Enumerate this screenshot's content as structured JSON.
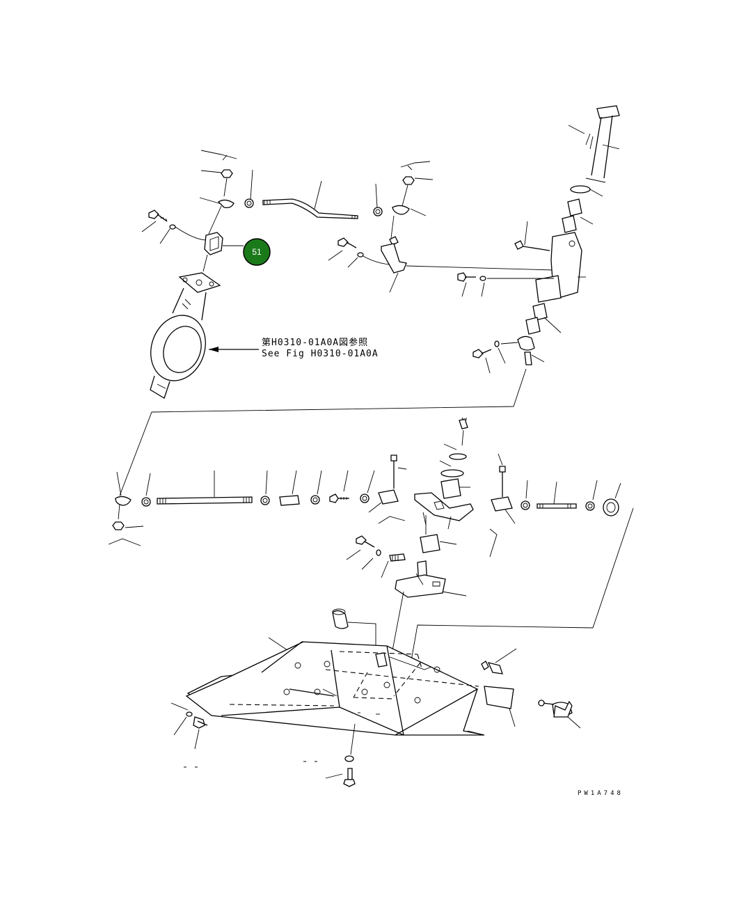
{
  "reference_note": {
    "line_jp": "第H0310-01A0A図参照",
    "line_en": "See Fig H0310-01A0A"
  },
  "drawing_code": "PW1A748",
  "callouts": [
    {
      "label": "51",
      "color": "#1a7a1a"
    }
  ]
}
